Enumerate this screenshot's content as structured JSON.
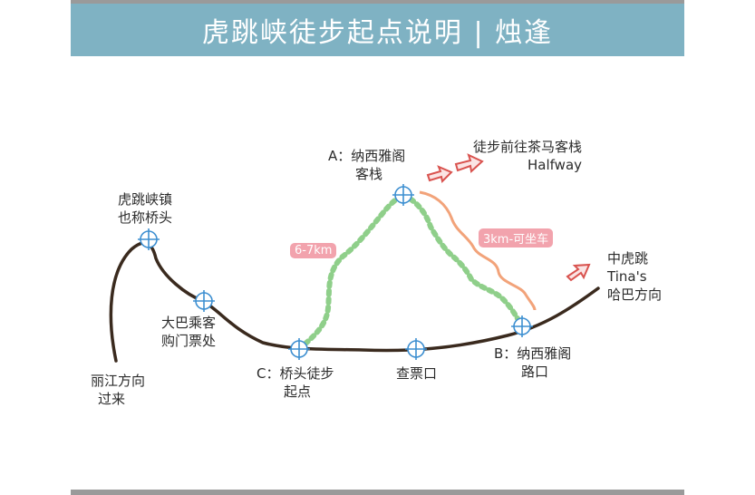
{
  "header": {
    "title": "虎跳峡徒步起点说明 | 烛逢"
  },
  "labels": {
    "lijiang_line1": "丽江方向",
    "lijiang_line2": "过来",
    "hutiao_line1": "虎跳峡镇",
    "hutiao_line2": "也称桥头",
    "bus_line1": "大巴乘客",
    "bus_line2": "购门票处",
    "c_line1": "C：桥头徒步",
    "c_line2": "起点",
    "ticket": "查票口",
    "b_line1": "B：纳西雅阁",
    "b_line2": "路口",
    "a_line1": "A：纳西雅阁",
    "a_line2": "客栈",
    "halfway_line1": "徒步前往茶马客栈",
    "halfway_line2": "Halfway",
    "tinas_line1": "中虎跳",
    "tinas_line2": "Tina's",
    "tinas_line3": "哈巴方向"
  },
  "badges": {
    "climb": "6-7km",
    "road": "3km-可坐车"
  },
  "colors": {
    "banner": "#7fb2c3",
    "road": "#3a2a1e",
    "hiking_path": "#8fcf8a",
    "car_road": "#f2a37a",
    "badge": "#f2a3ad",
    "arrow": "#d9534f",
    "marker": "#3d8fd1"
  },
  "icons": {
    "marker": "location-marker-icon",
    "arrow": "direction-arrow-icon"
  }
}
